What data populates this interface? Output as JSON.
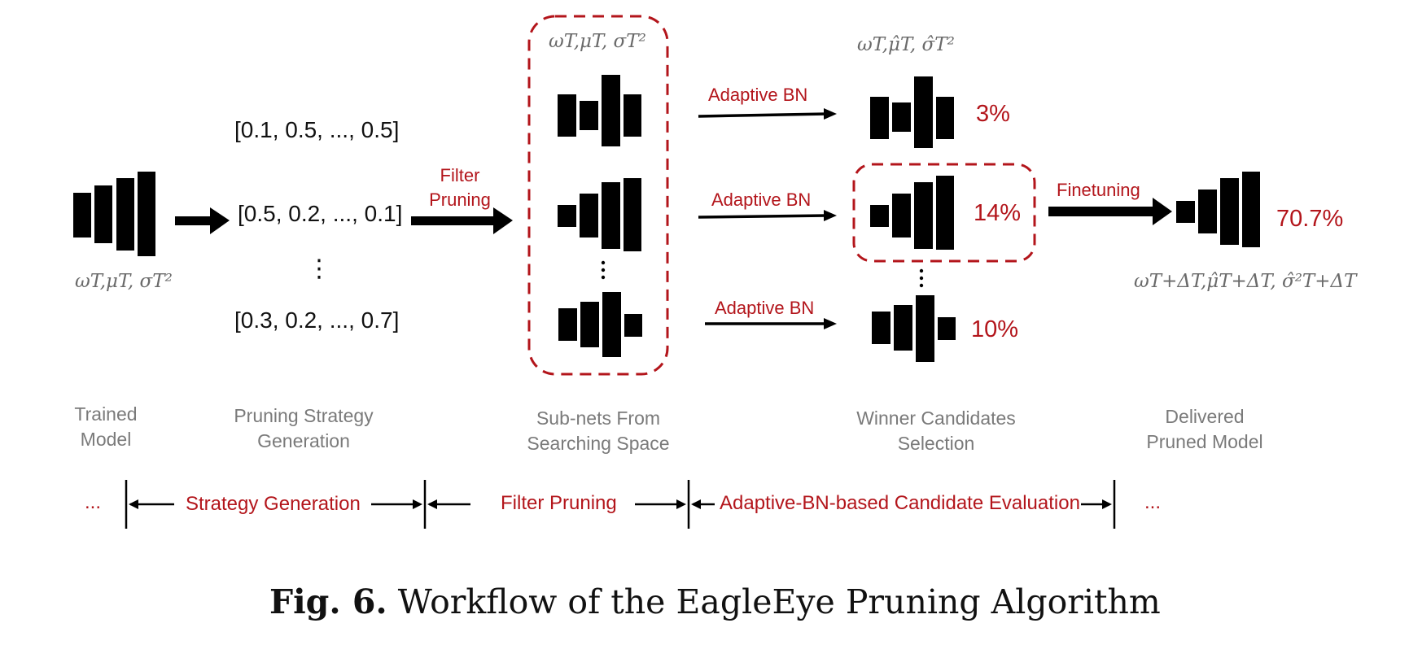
{
  "params": {
    "trained": "ωT,μT, σT²",
    "subnets": "ωT,μT, σT²",
    "candidates": "ωT,μ̂T, σ̂T²",
    "delivered": "ωT+ΔT,μ̂T+ΔT, σ̂²T+ΔT"
  },
  "strategies": {
    "row1": "[0.1, 0.5, ..., 0.5]",
    "row2": "[0.5, 0.2, ..., 0.1]",
    "ellipsis": "⋮",
    "row3": "[0.3, 0.2, ..., 0.7]"
  },
  "arrows": {
    "filter_pruning_l1": "Filter",
    "filter_pruning_l2": "Pruning",
    "adaptive_bn": "Adaptive BN",
    "finetuning": "Finetuning"
  },
  "accuracies": {
    "cand1": "3%",
    "cand2": "14%",
    "cand3": "10%",
    "delivered": "70.7%"
  },
  "stages": {
    "trained_l1": "Trained",
    "trained_l2": "Model",
    "strategy_l1": "Pruning Strategy",
    "strategy_l2": "Generation",
    "subnets_l1": "Sub-nets From",
    "subnets_l2": "Searching Space",
    "winner_l1": "Winner Candidates",
    "winner_l2": "Selection",
    "delivered_l1": "Delivered",
    "delivered_l2": "Pruned Model"
  },
  "phases": {
    "ellipsis_left": "...",
    "strategy_generation": "Strategy Generation",
    "filter_pruning": "Filter Pruning",
    "candidate_evaluation": "Adaptive-BN-based Candidate Evaluation",
    "ellipsis_right": "..."
  },
  "caption": {
    "label": "Fig. 6.",
    "text": "Workflow of the EagleEye Pruning Algorithm"
  },
  "colors": {
    "accent_red": "#b3151b",
    "network_block": "#000000",
    "label_gray": "#7a7a7a"
  }
}
